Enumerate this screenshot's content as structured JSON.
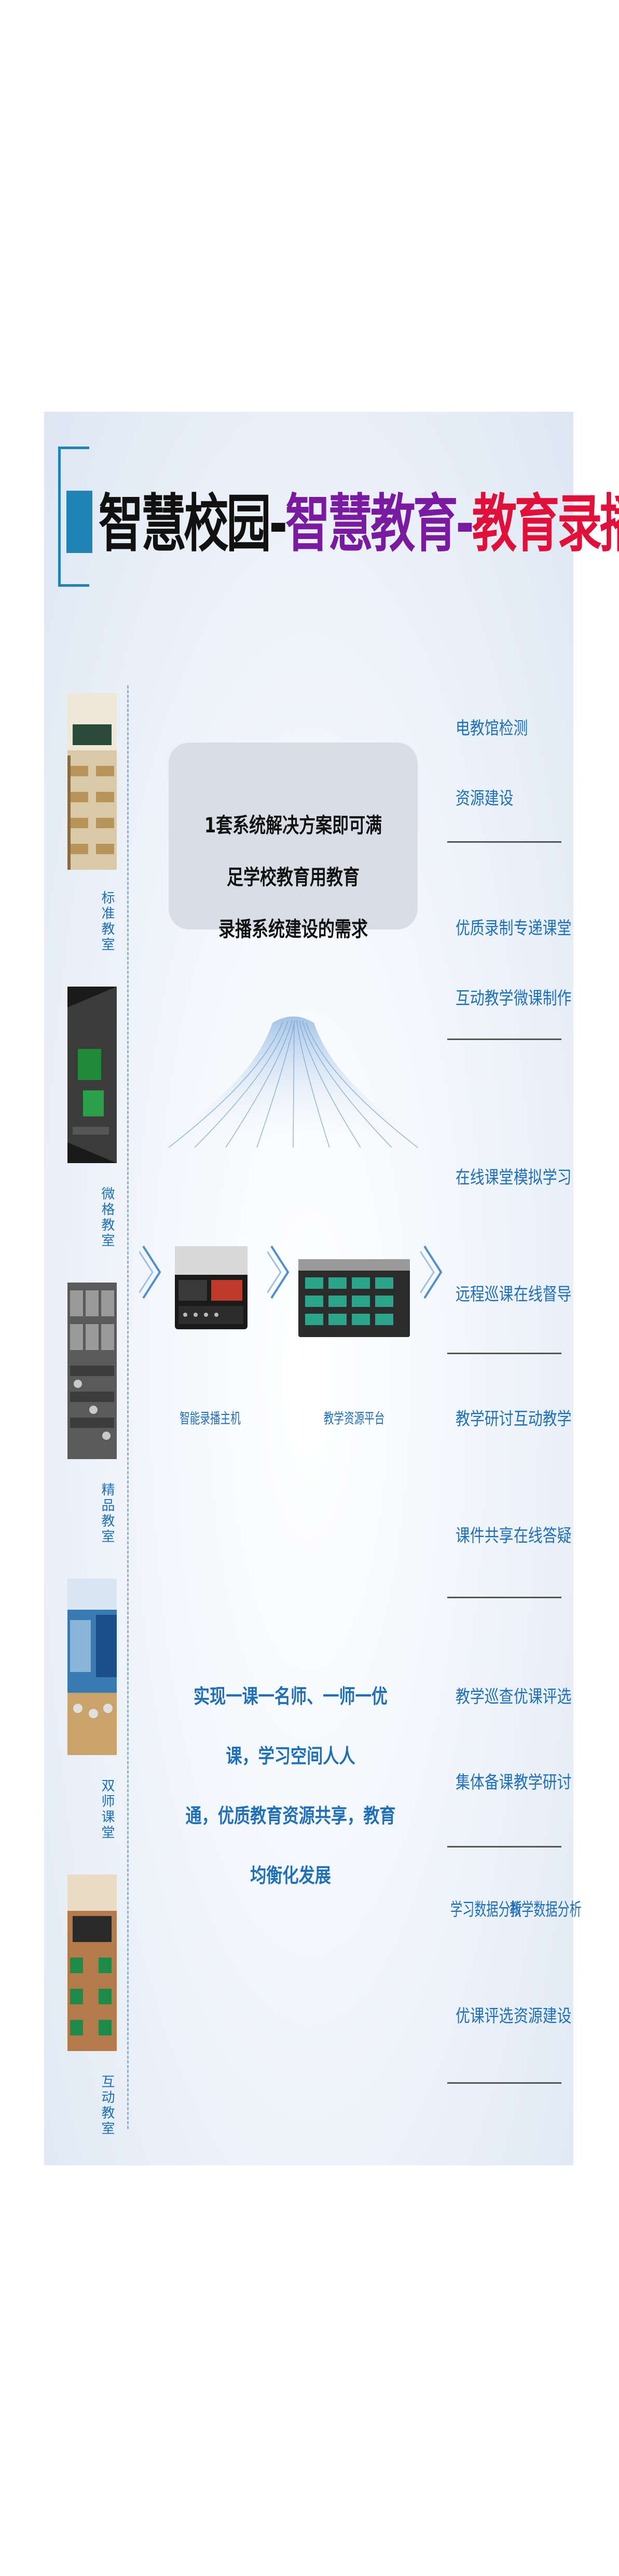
{
  "title": {
    "part1": "智慧校园-",
    "part2": "智慧教育-",
    "part3": "教育录播"
  },
  "colors": {
    "accent_blue": "#1f84b5",
    "label_blue": "#1f6fb7",
    "title_purple": "#7a1aa0",
    "title_red": "#e0103a"
  },
  "left_rooms": [
    {
      "label": "标准教室",
      "icon": "classroom-photo"
    },
    {
      "label": "微格教室",
      "icon": "microteaching-room-photo"
    },
    {
      "label": "精品教室",
      "icon": "premium-classroom-photo"
    },
    {
      "label": "双师课堂",
      "icon": "dual-teacher-classroom-photo"
    },
    {
      "label": "互动教室",
      "icon": "interactive-classroom-photo"
    }
  ],
  "solution": {
    "line1": "1套系统解决方案即可满足学校教育用教育",
    "line2": "录播系统建设的需求"
  },
  "devices": [
    {
      "label": "智能录播主机",
      "icon": "recording-host-icon"
    },
    {
      "label": "教学资源平台",
      "icon": "resource-server-icon"
    }
  ],
  "slogan": {
    "line1": "实现一课一名师、一师一优课，学习空间人人",
    "line2": "通，优质教育资源共享，教育均衡化发展"
  },
  "right_groups": [
    [
      "电教馆检测",
      "资源建设"
    ],
    [
      "优质录制",
      "专递课堂",
      "互动教学",
      "微课制作"
    ],
    [
      "在线课堂",
      "模拟学习",
      "远程巡课",
      "在线督导"
    ],
    [
      "教学研讨",
      "互动教学",
      "课件共享",
      "在线答疑"
    ],
    [
      "教学巡查",
      "优课评选",
      "集体备课",
      "教学研讨"
    ],
    [
      "学习数据分析",
      "教学数据分析",
      "优课评选",
      "资源建设"
    ]
  ]
}
